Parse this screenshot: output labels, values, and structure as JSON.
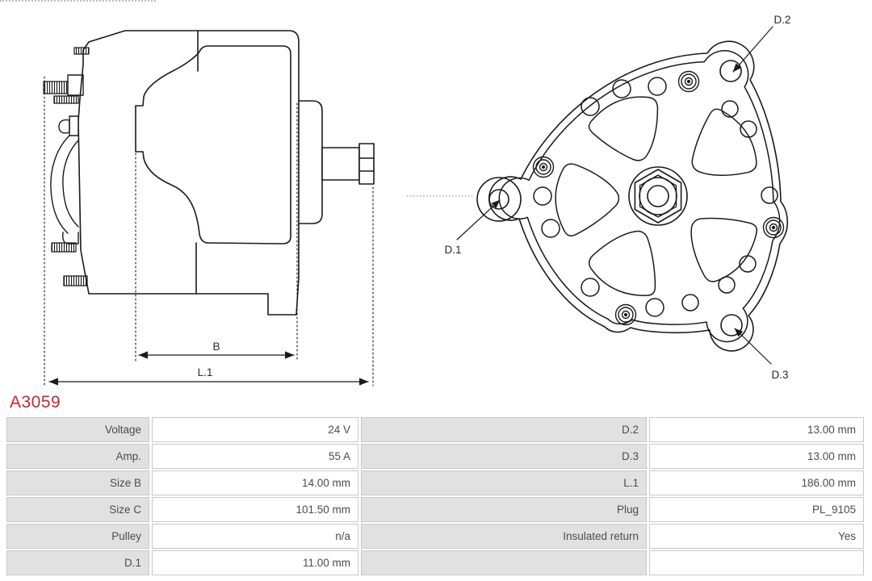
{
  "part_number": "A3059",
  "drawings": {
    "side_view": {
      "dim_b": "B",
      "dim_l1": "L.1"
    },
    "rear_view": {
      "d1": "D.1",
      "d2": "D.2",
      "d3": "D.3"
    }
  },
  "colors": {
    "part_number_red": "#c4272e",
    "line_art": "#1a1a1a",
    "table_label_bg": "#e1e1e1",
    "table_border": "#c9c9c9",
    "table_text": "#4c4c4c"
  },
  "spec_table": {
    "rows": [
      {
        "left_label": "Voltage",
        "left_value": "24 V",
        "right_label": "D.2",
        "right_value": "13.00 mm"
      },
      {
        "left_label": "Amp.",
        "left_value": "55 A",
        "right_label": "D.3",
        "right_value": "13.00 mm"
      },
      {
        "left_label": "Size B",
        "left_value": "14.00 mm",
        "right_label": "L.1",
        "right_value": "186.00 mm"
      },
      {
        "left_label": "Size C",
        "left_value": "101.50 mm",
        "right_label": "Plug",
        "right_value": "PL_9105"
      },
      {
        "left_label": "Pulley",
        "left_value": "n/a",
        "right_label": "Insulated return",
        "right_value": "Yes"
      },
      {
        "left_label": "D.1",
        "left_value": "11.00 mm",
        "right_label": "",
        "right_value": ""
      }
    ]
  }
}
